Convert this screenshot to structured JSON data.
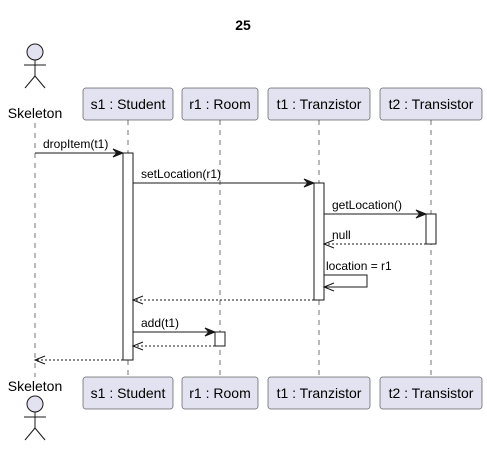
{
  "title": "25",
  "colors": {
    "participant_fill": "#E2E2F0",
    "participant_stroke": "#181818",
    "activation_fill": "#FFFFFF",
    "line": "#181818",
    "lifeline": "#181818"
  },
  "participants": [
    {
      "id": "skeleton",
      "label": "Skeleton",
      "type": "actor"
    },
    {
      "id": "s1",
      "label": "s1 : Student",
      "type": "box"
    },
    {
      "id": "r1",
      "label": "r1 : Room",
      "type": "box"
    },
    {
      "id": "t1",
      "label": "t1 : Tranzistor",
      "type": "box"
    },
    {
      "id": "t2",
      "label": "t2 : Transistor",
      "type": "box"
    }
  ],
  "messages": [
    {
      "from": "skeleton",
      "to": "s1",
      "label": "dropItem(t1)",
      "kind": "sync"
    },
    {
      "from": "s1",
      "to": "t1",
      "label": "setLocation(r1)",
      "kind": "sync"
    },
    {
      "from": "t1",
      "to": "t2",
      "label": "getLocation()",
      "kind": "sync"
    },
    {
      "from": "t2",
      "to": "t1",
      "label": "null",
      "kind": "return"
    },
    {
      "from": "t1",
      "to": "t1",
      "label": "location = r1",
      "kind": "self"
    },
    {
      "from": "t1",
      "to": "s1",
      "label": "",
      "kind": "return"
    },
    {
      "from": "s1",
      "to": "r1",
      "label": "add(t1)",
      "kind": "sync"
    },
    {
      "from": "r1",
      "to": "s1",
      "label": "",
      "kind": "return"
    },
    {
      "from": "s1",
      "to": "skeleton",
      "label": "",
      "kind": "return"
    }
  ]
}
